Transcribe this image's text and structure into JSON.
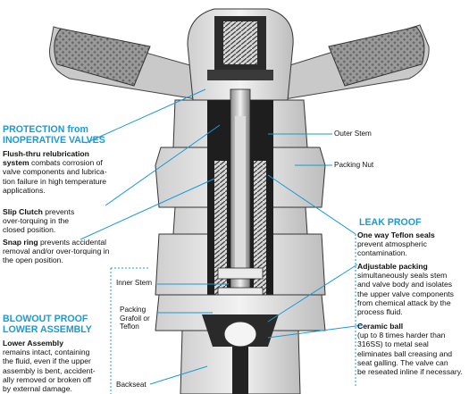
{
  "headings": {
    "protection_1": "PROTECTION from",
    "protection_2": "INOPERATIVE VALVES",
    "blowout_1": "BLOWOUT PROOF",
    "blowout_2": "LOWER ASSEMBLY",
    "leak": "LEAK PROOF"
  },
  "protection": {
    "flush_title_1": "Flush-thru relubrication",
    "flush_title_2": "system",
    "flush_text_1": " combats corrosion of",
    "flush_text_2": "valve components and lubrica-",
    "flush_text_3": "tion failure in high temperature",
    "flush_text_4": "applications.",
    "slip_title": "Slip Clutch",
    "slip_text_1": " prevents",
    "slip_text_2": "over-torquing in the",
    "slip_text_3": "closed position.",
    "snap_title": "Snap ring",
    "snap_text_1": " prevents accidental",
    "snap_text_2": "removal and/or over-torquing in",
    "snap_text_3": "the open position."
  },
  "blowout": {
    "title": "Lower Assembly",
    "line_1": "remains intact, containing",
    "line_2": "the fluid, even if the upper",
    "line_3": "assembly is bent, accident-",
    "line_4": "ally removed or broken off",
    "line_5": "by external damage."
  },
  "leak": {
    "teflon_title": "One way Teflon seals",
    "teflon_1": "prevent atmospheric",
    "teflon_2": "contamination.",
    "packing_title": "Adjustable packing",
    "packing_1": "simultaneously seals stem",
    "packing_2": "and valve body and isolates",
    "packing_3": "the upper valve components",
    "packing_4": "from chemical attack by the",
    "packing_5": "process fluid.",
    "ball_title": "Ceramic ball",
    "ball_1": "(up to 8 times harder than",
    "ball_2": "316SS) to metal seal",
    "ball_3": "eliminates ball creasing and",
    "ball_4": "seat galling.  The valve can",
    "ball_5": "be reseated inline if necessary."
  },
  "parts": {
    "outer_stem": "Outer Stem",
    "packing_nut": "Packing Nut",
    "inner_stem": "Inner Stem",
    "packing_1": "Packing",
    "packing_2": "Grafoil or",
    "packing_3": "Teflon",
    "backseat": "Backseat"
  },
  "colors": {
    "accent": "#1a9ad6",
    "metal_light": "#e4e4e4",
    "metal_mid": "#bdbdbd",
    "metal_dark": "#555555"
  }
}
